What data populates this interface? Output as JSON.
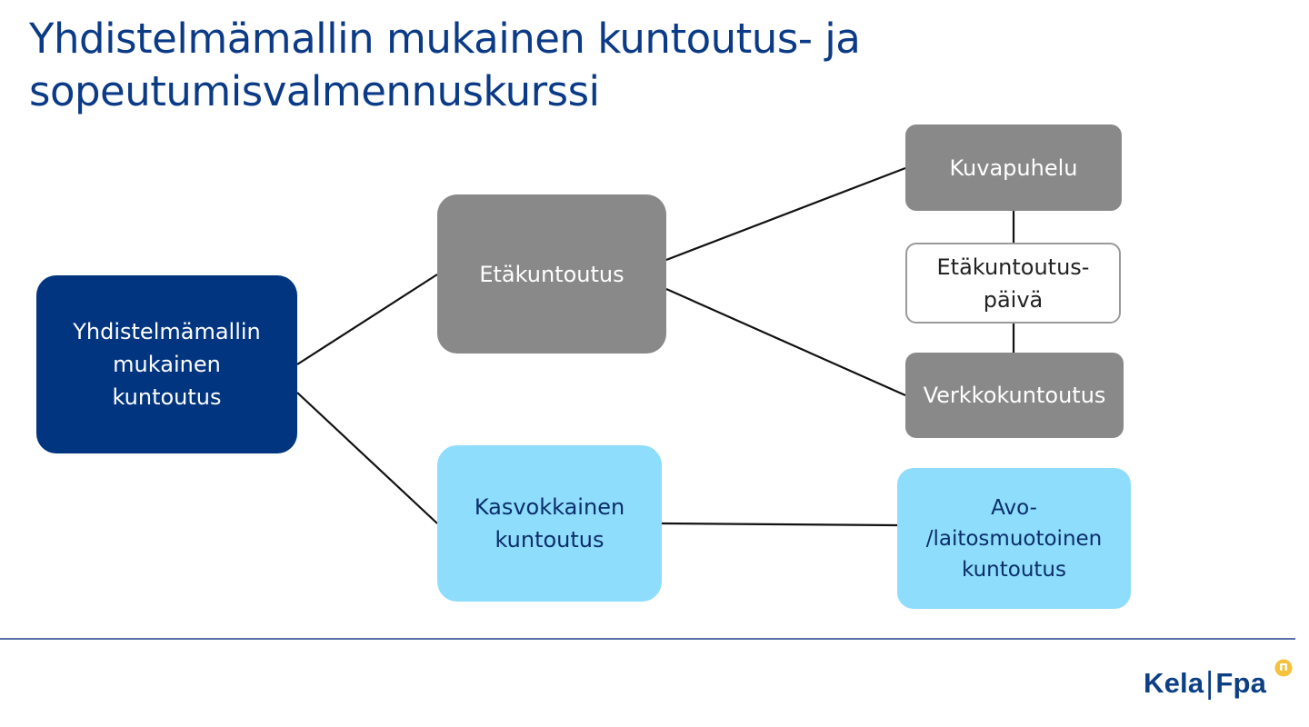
{
  "title": {
    "line1": "Yhdistelmämallin mukainen kuntoutus- ja",
    "line2": "sopeutumisvalmennuskurssi"
  },
  "nodes": {
    "main": [
      "Yhdistelmämallin",
      "mukainen",
      "kuntoutus"
    ],
    "etakuntoutus": [
      "Etäkuntoutus"
    ],
    "kasvokkainen": [
      "Kasvokkainen",
      "kuntoutus"
    ],
    "kuvapuhelu": [
      "Kuvapuhelu"
    ],
    "etakuntoutuspaiva": [
      "Etäkuntoutus-",
      "päivä"
    ],
    "verkkokuntoutus": [
      "Verkkokuntoutus"
    ],
    "avo": [
      "Avo-",
      "/laitosmuotoinen",
      "kuntoutus"
    ]
  },
  "logo": {
    "left": "Kela",
    "right": "Fpa"
  },
  "colors": {
    "title": "#0b3a86",
    "main_node": "#023580",
    "grey_node": "#898989",
    "light_blue_node": "#8fddfd",
    "footer_line": "#5a6fa6",
    "logo_mark": "#f4c23b"
  }
}
